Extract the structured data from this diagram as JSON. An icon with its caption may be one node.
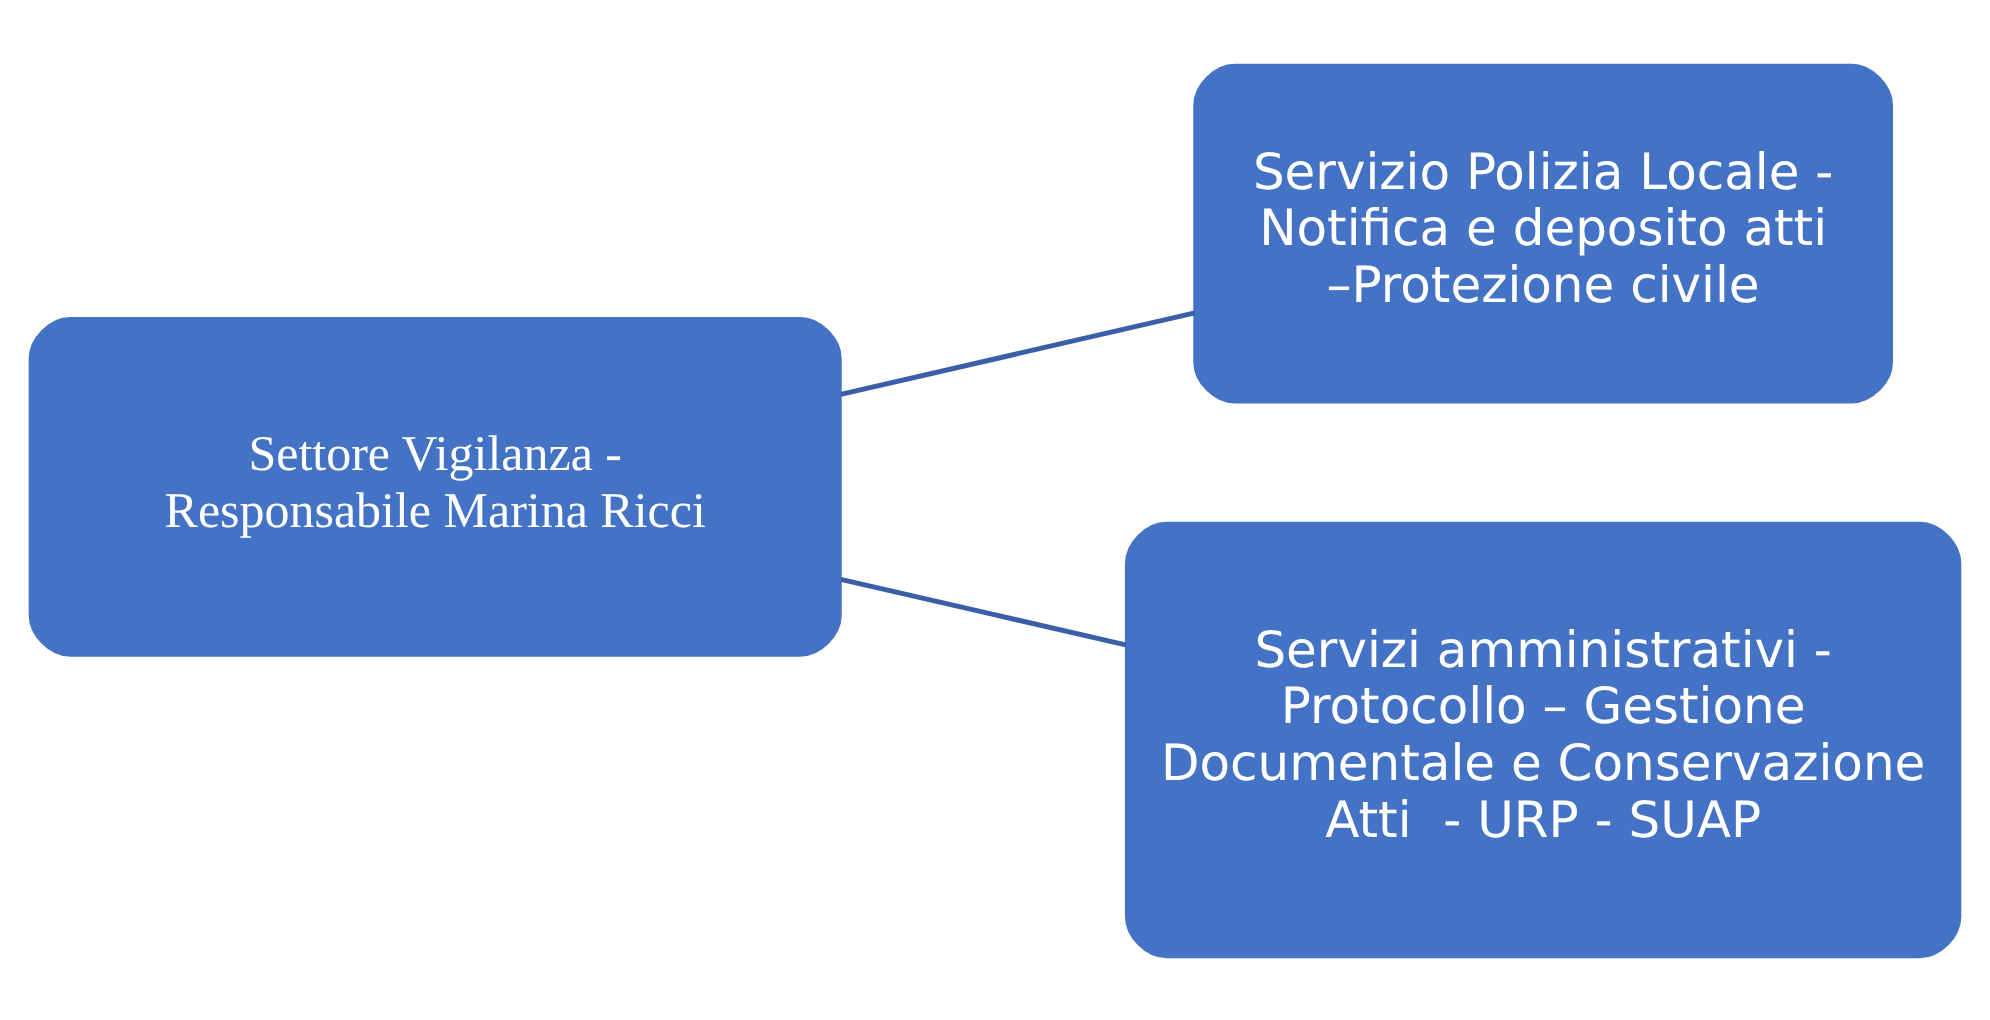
{
  "diagram": {
    "nodes": [
      {
        "text": [
          "Settore Vigilanza - Responsabile Marina Ricci"
        ]
      },
      {
        "text": [
          "Servizio Polizia Locale - Notifica e deposito atti –Protezione civile"
        ]
      },
      {
        "text": [
          "Servizi amministrativi - Protocollo – Gestione Documentale e Conservazione Atti  - URP - SUAP"
        ]
      }
    ],
    "edges": [
      {
        "from": 0,
        "to": 1,
        "arrow": "none"
      },
      {
        "from": 0,
        "to": 2,
        "arrow": "none"
      }
    ]
  }
}
